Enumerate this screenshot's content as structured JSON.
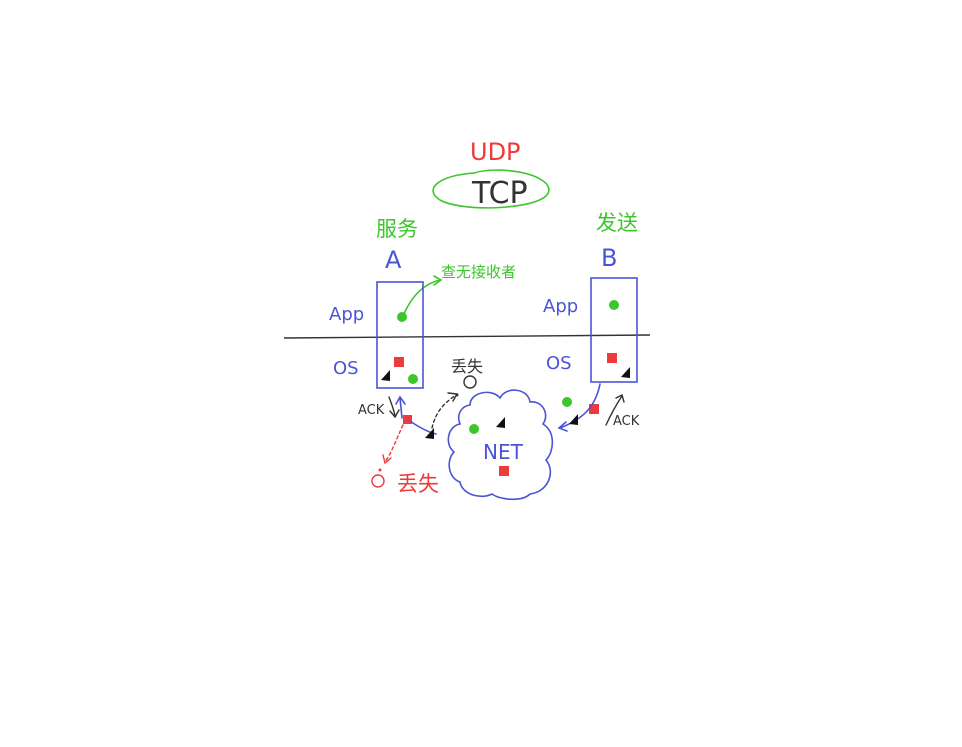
{
  "protocols": {
    "udp": "UDP",
    "tcp": "TCP"
  },
  "node_a": {
    "role": "服务",
    "name": "A",
    "note": "查无接收者"
  },
  "node_b": {
    "role": "发送",
    "name": "B"
  },
  "layers": {
    "app": "App",
    "os": "OS"
  },
  "network": {
    "label": "NET"
  },
  "ack_label": "ACK",
  "lost_label": "丢失",
  "colors": {
    "blue": "#4a55d6",
    "red": "#ee3a3a",
    "green": "#3cc62c",
    "dark": "#333333"
  }
}
